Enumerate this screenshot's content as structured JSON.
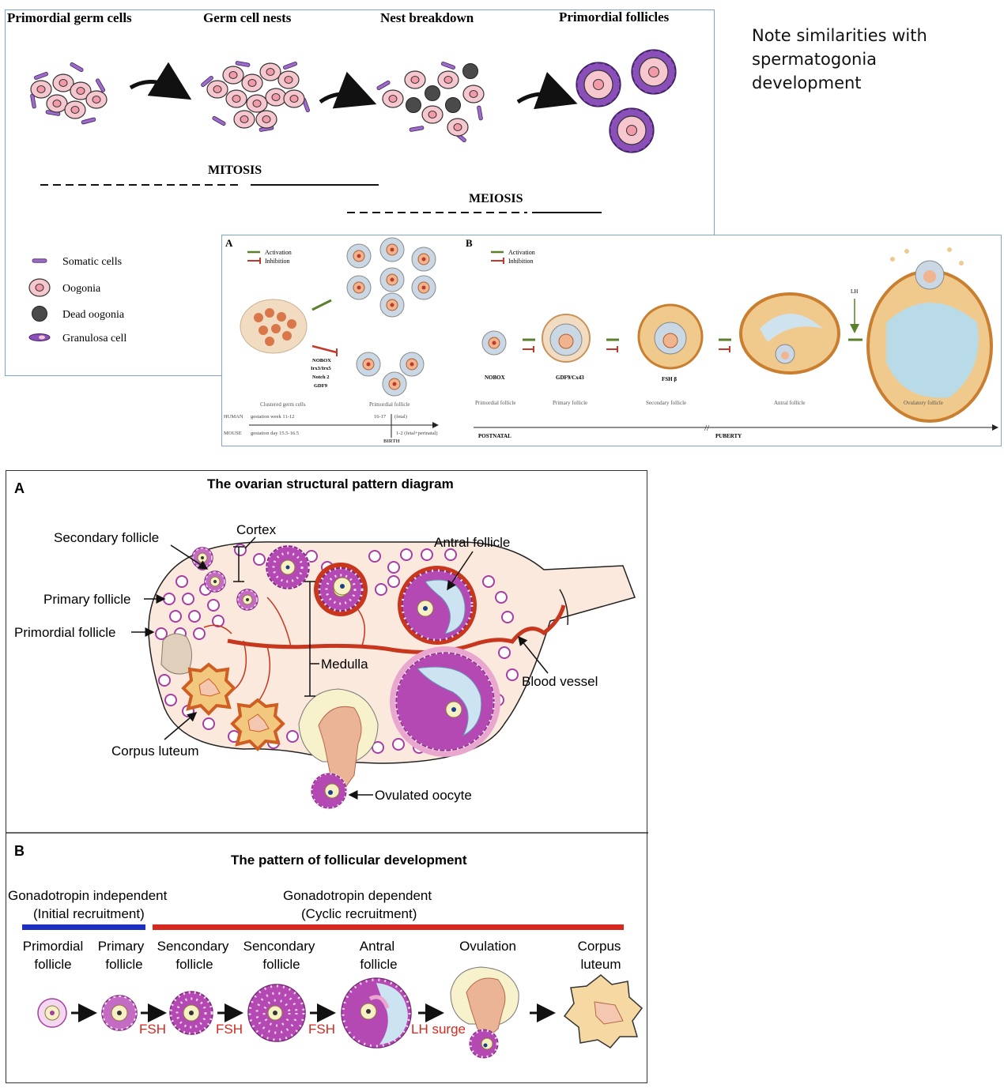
{
  "note": {
    "line1": "Note similarities with",
    "line2": "spermatogonia",
    "line3": "development"
  },
  "panel1": {
    "stages": [
      "Primordial germ cells",
      "Germ cell nests",
      "Nest breakdown",
      "Primordial follicles"
    ],
    "mitosis": "MITOSIS",
    "meiosis": "MEIOSIS",
    "legend": [
      "Somatic cells",
      "Oogonia",
      "Dead oogonia",
      "Granulosa cell"
    ],
    "colors": {
      "oogonia": "#f6c7cf",
      "somatic": "#9c6cc6",
      "dead": "#4a4a4a",
      "granulosa": "#8a4fb8",
      "border": "#7ea6cf"
    }
  },
  "panel2": {
    "labelA": "A",
    "labelB": "B",
    "activation": "Activation",
    "inhibition": "Inhibition",
    "genesA": [
      "NOBOX",
      "Irx3/Irx5",
      "Notch 2",
      "GDF9"
    ],
    "clustered": "Clustered germ cells",
    "primordialA": "Primordial follicle",
    "human": "HUMAN",
    "human_gest": "gestation week   11-12",
    "human_val": "16-17",
    "human_fetal": "(fetal)",
    "mouse": "MOUSE",
    "mouse_gest": "gestation day   15.5-16.5",
    "mouse_val": "1-2 (fetal+perinatal)",
    "birth": "BIRTH",
    "lh": "LH",
    "genesB": [
      "NOBOX",
      "GDF9/Cx43",
      "FSH β"
    ],
    "stagesB": [
      "Primordial follicle",
      "Primary follicle",
      "Secondary follicle",
      "Antral follicle",
      "Ovulatory follicle"
    ],
    "postnatal": "POSTNATAL",
    "puberty": "PUBERTY"
  },
  "panel3": {
    "labelA": "A",
    "titleA": "The ovarian structural pattern diagram",
    "cortex": "Cortex",
    "secondary": "Secondary follicle",
    "primary": "Primary follicle",
    "primordial": "Primordial follicle",
    "antral": "Antral follicle",
    "medulla": "Medulla",
    "blood": "Blood vessel",
    "corpus": "Corpus luteum",
    "ovulated": "Ovulated oocyte",
    "labelB": "B",
    "titleB": "The pattern of follicular development",
    "gi1": "Gonadotropin independent",
    "gi2": "(Initial recruitment)",
    "gd1": "Gonadotropin dependent",
    "gd2": "(Cyclic recruitment)",
    "stages": [
      [
        "Primordial",
        "follicle"
      ],
      [
        "Primary",
        "follicle"
      ],
      [
        "Sencondary",
        "follicle"
      ],
      [
        "Sencondary",
        "follicle"
      ],
      [
        "Antral",
        "follicle"
      ],
      [
        "Ovulation",
        ""
      ],
      [
        "Corpus",
        "luteum"
      ]
    ],
    "hormones": [
      "FSH",
      "FSH",
      "FSH",
      "LH surge"
    ],
    "colors": {
      "independent": "#1d2fbf",
      "dependent": "#d7281f",
      "hormone": "#d7281f"
    }
  }
}
